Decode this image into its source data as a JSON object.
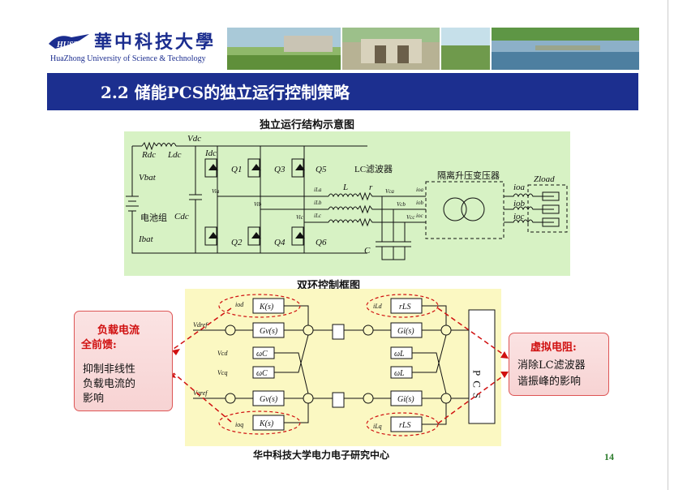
{
  "header": {
    "logo_cn": "華中科技大學",
    "logo_en": "HuaZhong University of Science & Technology",
    "title": "2.2  储能PCS的独立运行控制策略"
  },
  "circuit": {
    "heading": "独立运行结构示意图",
    "labels": {
      "rdc": "Rdc",
      "ldc": "Ldc",
      "vdc": "Vdc",
      "idc": "Idc",
      "vbat": "Vbat",
      "cdc": "Cdc",
      "battery": "电池组",
      "ibat": "Ibat",
      "q1": "Q1",
      "q2": "Q2",
      "q3": "Q3",
      "q4": "Q4",
      "q5": "Q5",
      "q6": "Q6",
      "lc_filter": "LC滤波器",
      "l": "L",
      "r": "r",
      "c": "C",
      "transformer": "隔离升压变压器",
      "zload": "Zload",
      "ila": "iLa",
      "ilb": "iLb",
      "ilc": "iLc",
      "ioa": "ioa",
      "iob": "iob",
      "ioc": "ioc",
      "via": "Via",
      "vib": "Vib",
      "vic": "Vic",
      "vca": "Vca",
      "vcb": "Vcb",
      "vcc": "Vcc",
      "ioa_s": "ioa",
      "iob_s": "iob",
      "ioc_s": "ioc"
    }
  },
  "control": {
    "heading": "双环控制框图",
    "blocks": {
      "ks_top": "K(s)",
      "ks_bot": "K(s)",
      "gv_top": "Gv(s)",
      "gv_bot": "Gv(s)",
      "gi_top": "Gi(s)",
      "gi_bot": "Gi(s)",
      "wc_top": "ωC",
      "wc_bot": "ωC",
      "wl_top": "ωL",
      "wl_bot": "ωL",
      "rls_top": "rLS",
      "rls_bot": "rLS",
      "pcs": "PCS"
    },
    "signals": {
      "iod": "iod",
      "ioq": "ioq",
      "vdref": "Vdref",
      "vqref": "Vqref",
      "vcd": "Vcd",
      "vcq": "Vcq",
      "ild": "iLd",
      "ilq": "iLq"
    }
  },
  "callouts": {
    "left_title": "负载电流全前馈:",
    "left_title_l1": "负载电流",
    "left_title_l2": "全前馈:",
    "left_body_l1": "抑制非线性",
    "left_body_l2": "负载电流的",
    "left_body_l3": "影响",
    "right_title": "虚拟电阻:",
    "right_body_l1": "消除LC滤波器",
    "right_body_l2": "谐振峰的影响"
  },
  "footer": {
    "org": "华中科技大学电力电子研究中心",
    "page": "14"
  },
  "colors": {
    "title_bar": "#1c2f8f",
    "circuit_bg": "#d7f2c4",
    "control_bg": "#fbf8c2",
    "callout_red": "#d01010"
  }
}
